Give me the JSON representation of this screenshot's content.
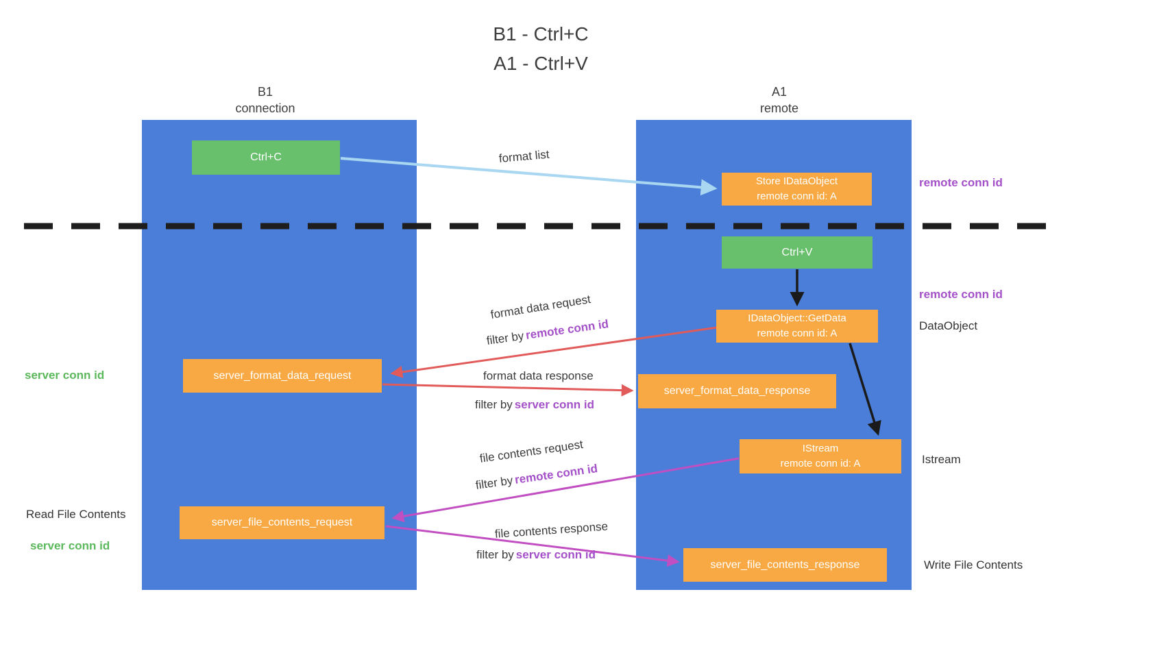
{
  "title": {
    "line1": "B1 - Ctrl+C",
    "line2": "A1 - Ctrl+V"
  },
  "lanes": {
    "left": {
      "name": "B1",
      "sub": "connection"
    },
    "right": {
      "name": "A1",
      "sub": "remote"
    }
  },
  "nodes": {
    "ctrl_c": "Ctrl+C",
    "ctrl_v": "Ctrl+V",
    "store_idataobject": {
      "line1": "Store IDataObject",
      "line2": "remote conn id: A"
    },
    "getdata": {
      "line1": "IDataObject::GetData",
      "line2": "remote conn id: A"
    },
    "istream": {
      "line1": "IStream",
      "line2": "remote conn id: A"
    },
    "server_format_data_request": "server_format_data_request",
    "server_format_data_response": "server_format_data_response",
    "server_file_contents_request": "server_file_contents_request",
    "server_file_contents_response": "server_file_contents_response"
  },
  "edge_labels": {
    "format_list": "format list",
    "format_data_request": "format data request",
    "filter_by_remote_1": {
      "prefix": "filter by",
      "id": "remote conn id"
    },
    "format_data_response": "format data response",
    "filter_by_server_1": {
      "prefix": "filter by",
      "id": "server conn id"
    },
    "file_contents_request": "file contents request",
    "filter_by_remote_2": {
      "prefix": "filter by",
      "id": "remote conn id"
    },
    "file_contents_response": "file contents response",
    "filter_by_server_2": {
      "prefix": "filter by",
      "id": "server conn id"
    }
  },
  "side_labels": {
    "remote_conn_id_top": "remote conn id",
    "remote_conn_id_mid": "remote conn id",
    "dataobject": "DataObject",
    "istream": "Istream",
    "write_file_contents": "Write File Contents",
    "server_conn_id_top": "server conn id",
    "read_file_contents": "Read File Contents",
    "server_conn_id_bottom": "server conn id"
  },
  "colors": {
    "lane_blue": "#4a7ed8",
    "green_box": "#68bf6c",
    "orange_box": "#f8a943",
    "red_arrow": "#e25b5b",
    "magenta_arrow": "#c24fc2",
    "light_blue_arrow": "#a9d7f2",
    "purple_text": "#a450c8",
    "green_text": "#5cb85c",
    "black": "#1a1a1a"
  }
}
